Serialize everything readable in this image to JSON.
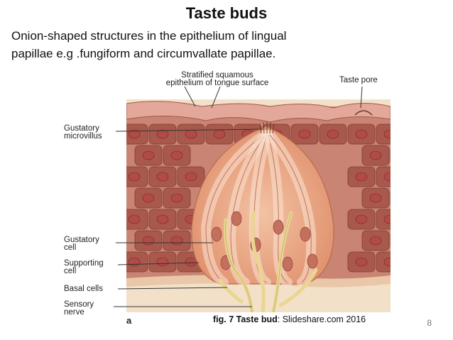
{
  "slide": {
    "title": "Taste buds",
    "subtitle_line1": "Onion-shaped structures in the epithelium of  lingual",
    "subtitle_line2": "papillae  e.g .fungiform and circumvallate papillae.",
    "page_number": "8"
  },
  "figure": {
    "panel_letter": "a",
    "caption_bold": "fig. 7 Taste bud",
    "caption_source": ": Slideshare.com 2016",
    "labels": {
      "stratified_line1": "Stratified squamous",
      "stratified_line2": "epithelium of tongue surface",
      "taste_pore": "Taste pore",
      "microvillus_line1": "Gustatory",
      "microvillus_line2": "microvillus",
      "gustatory_cell_line1": "Gustatory",
      "gustatory_cell_line2": "cell",
      "supporting_cell_line1": "Supporting",
      "supporting_cell_line2": "cell",
      "basal_cells": "Basal cells",
      "sensory_nerve_line1": "Sensory",
      "sensory_nerve_line2": "nerve"
    },
    "colors": {
      "epithelium": "#c98473",
      "cell_fill": "#a9594c",
      "nucleus": "#b24a45",
      "taste_bud_cell": "#e8a07b",
      "supporting_cell": "#f1c7ae",
      "connective_tissue": "#f2e1c8",
      "nerve": "#eedc9a"
    }
  }
}
